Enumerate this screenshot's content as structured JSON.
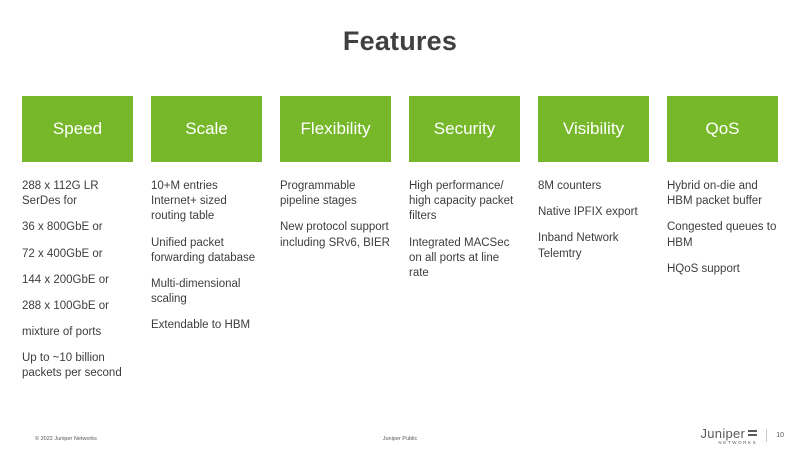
{
  "title": "Features",
  "colors": {
    "green": "#76B82A",
    "title": "#404040",
    "body": "#3D3D3D"
  },
  "columns": [
    {
      "header": "Speed",
      "items": [
        "288 x 112G LR SerDes for",
        "36 x 800GbE or",
        "72 x 400GbE or",
        "144 x 200GbE or",
        "288 x 100GbE or",
        "mixture of ports",
        "Up to ~10 billion packets per second"
      ]
    },
    {
      "header": "Scale",
      "items": [
        "10+M entries Internet+ sized routing table",
        "Unified packet forwarding database",
        "Multi-dimensional scaling",
        "Extendable to HBM"
      ]
    },
    {
      "header": "Flexibility",
      "items": [
        "Programmable pipeline stages",
        "New protocol support including SRv6, BIER"
      ]
    },
    {
      "header": "Security",
      "items": [
        "High performance/ high capacity packet filters",
        "Integrated MACSec on all ports at line rate"
      ]
    },
    {
      "header": "Visibility",
      "items": [
        "8M counters",
        "Native IPFIX export",
        "Inband Network Telemtry"
      ]
    },
    {
      "header": "QoS",
      "items": [
        "Hybrid on-die and HBM packet buffer",
        "Congested queues to HBM",
        "HQoS support"
      ]
    }
  ],
  "footer": {
    "copyright": "© 2022 Juniper Networks",
    "classification": "Juniper Public",
    "logo_text": "Juniper",
    "logo_sub": "NETWORKS",
    "page_number": "10"
  }
}
